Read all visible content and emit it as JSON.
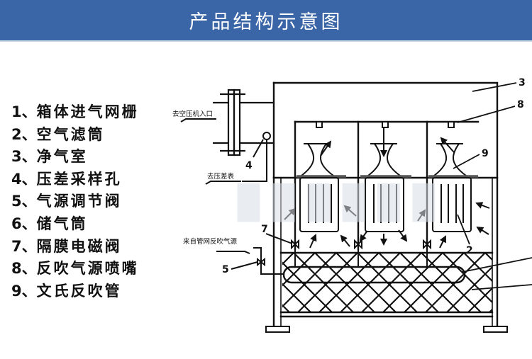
{
  "banner": {
    "title": "产品结构示意图"
  },
  "legend": {
    "items": [
      {
        "num": "1、",
        "label": "箱体进气网栅"
      },
      {
        "num": "2、",
        "label": "空气滤筒"
      },
      {
        "num": "3、",
        "label": "净气室"
      },
      {
        "num": "4、",
        "label": "压差采样孔"
      },
      {
        "num": "5、",
        "label": "气源调节阀"
      },
      {
        "num": "6、",
        "label": "储气筒"
      },
      {
        "num": "7、",
        "label": "隔膜电磁阀"
      },
      {
        "num": "8、",
        "label": "反吹气源喷嘴"
      },
      {
        "num": "9、",
        "label": "文氏反吹管"
      }
    ]
  },
  "diagram": {
    "annotations": {
      "compressor_inlet": "去空压机入口",
      "pressure_gauge": "去压差表",
      "pulse_source": "来自管网反吹气源"
    },
    "callouts": {
      "c2": "2",
      "c3": "3",
      "c4": "4",
      "c5": "5",
      "c7": "7",
      "c8": "8",
      "c9": "9"
    },
    "colors": {
      "line": "#111111",
      "banner": "#3a65a6",
      "watermark": "#d8dde4"
    }
  }
}
